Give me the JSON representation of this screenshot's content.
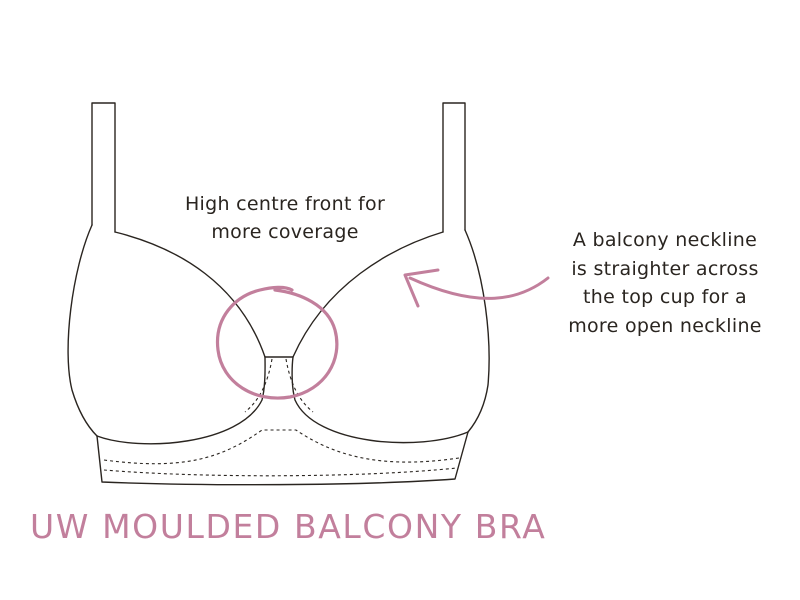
{
  "title": "UW MOULDED BALCONY BRA",
  "callouts": {
    "centre_front": {
      "line1": "High centre front for",
      "line2": "more coverage"
    },
    "balcony_neckline": {
      "line1": "A balcony neckline",
      "line2": "is straighter across",
      "line3": "the top cup for a",
      "line4": "more open neckline"
    }
  },
  "colors": {
    "outline": "#2a2520",
    "accent": "#c27f9c",
    "text": "#2a2520",
    "background": "#ffffff"
  }
}
